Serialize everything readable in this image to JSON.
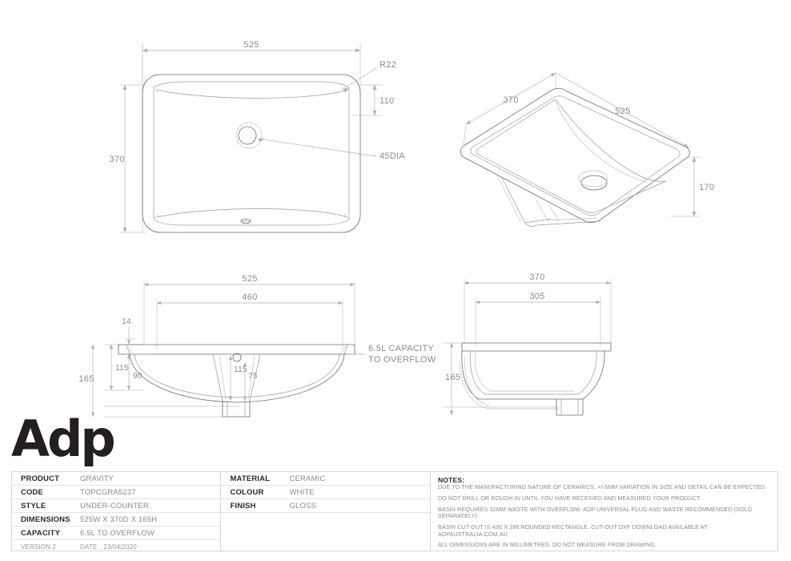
{
  "sheet": {
    "title": "ADP Gravity Under-Counter Basin Technical Drawing",
    "background": "#ffffff",
    "line_color": "#6d6d6d",
    "dimension_color": "#b2b2b2",
    "text_color": "#8a8a8a",
    "logo_color": "#231f20"
  },
  "logo": {
    "text": "Adp"
  },
  "views": {
    "plan": {
      "name": "plan-view",
      "dimensions": {
        "width": "525",
        "depth": "370",
        "corner_radius": "R22",
        "waste_offset_from_rear": "110",
        "waste_diameter": "45DIA"
      }
    },
    "isometric": {
      "name": "isometric-view",
      "dimensions": {
        "depth": "370",
        "width": "525",
        "height": "170"
      }
    },
    "front_elevation": {
      "name": "front-elevation-view",
      "dimensions": {
        "overall_width": "525",
        "bowl_width": "460",
        "rim_thickness": "14",
        "overall_height": "165",
        "to_overflow": "115",
        "bowl_depth": "90",
        "waste_inner_depth": "115",
        "waste_stub": "75"
      },
      "capacity_note": [
        "6.5L CAPACITY",
        "TO OVERFLOW"
      ]
    },
    "side_elevation": {
      "name": "side-elevation-view",
      "dimensions": {
        "overall_depth": "370",
        "bowl_depth": "305",
        "overall_height": "165"
      }
    }
  },
  "spec_table": {
    "left_column": [
      {
        "key": "PRODUCT",
        "value": "GRAVITY"
      },
      {
        "key": "CODE",
        "value": "TOPCGRA5237"
      },
      {
        "key": "STYLE",
        "value": "UNDER-COUNTER"
      },
      {
        "key": "DIMENSIONS",
        "value": "525W X 370D X 165H"
      },
      {
        "key": "CAPACITY",
        "value": "6.5L  TO OVERFLOW"
      }
    ],
    "version_row": {
      "version": "VERSION 2",
      "date_label": "DATE",
      "date_value": "23/04/2020"
    },
    "middle_column": [
      {
        "key": "MATERIAL",
        "value": "CERAMIC"
      },
      {
        "key": "COLOUR",
        "value": "WHITE"
      },
      {
        "key": "FINISH",
        "value": "GLOSS"
      }
    ],
    "notes": {
      "title": "NOTES:",
      "lines": [
        "DUE TO THE MANUFACTURING NATURE OF CERAMICS, +/-5MM VARIATION IN SIZE AND DETAIL CAN BE EXPECTED.",
        "DO NOT DRILL OR ROUGH IN UNTIL YOU HAVE RECEIVED AND MEASURED YOUR PRODUCT.",
        "BASIN REQUIRES 32MM WASTE WITH OVERFLOW. ADP UNIVERSAL PLUG AND WASTE RECOMMENDED (SOLD SEPARATELY).",
        "BASIN CUT-OUT IS 436 X 286 ROUNDED RECTANGLE. CUT-OUT DXF DOWNLOAD AVAILABLE AT ADPAUSTRALIA.COM.AU",
        "ALL DIMENSIONS ARE IN MILLIMETRES. DO NOT MEASURE FROM DRAWING."
      ]
    }
  }
}
